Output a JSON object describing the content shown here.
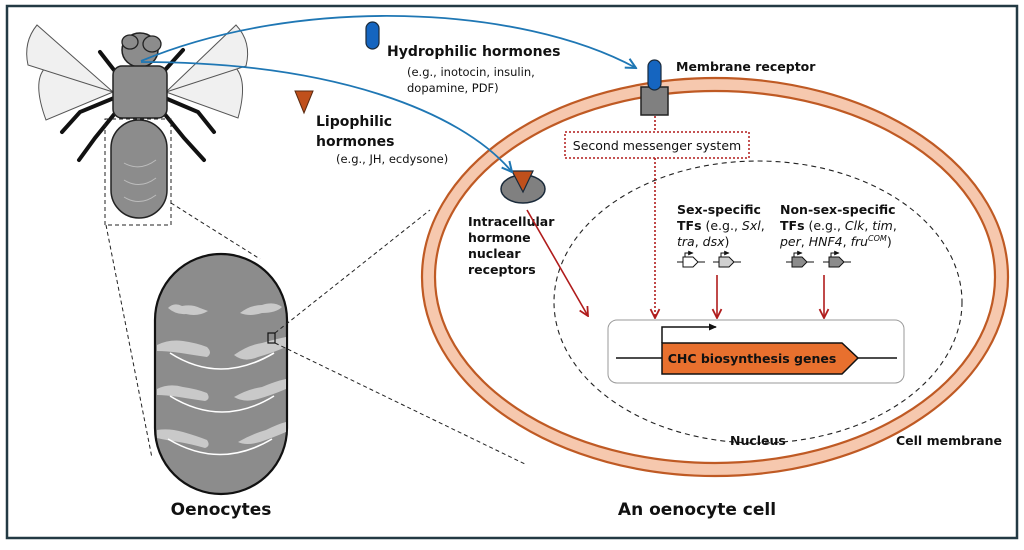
{
  "figure": {
    "colors": {
      "frame": "#233a44",
      "hormone_arrow": "#1f77b4",
      "hydrophilic_hormone": "#1565c0",
      "lipophilic_hormone": "#c0501c",
      "membrane_fill": "#f6c8ae",
      "membrane_stroke": "#bf5a24",
      "signal_arrow": "#b01c1c",
      "gene_fill": "#e8702e",
      "receptor_gray": "#808080",
      "body_gray": "#8c8c8c",
      "wing_fill": "#f0f0f0"
    },
    "hydrophilic": {
      "title": "Hydrophilic hormones",
      "examples_line1": "(e.g., inotocin, insulin,",
      "examples_line2": "dopamine, PDF)"
    },
    "lipophilic": {
      "title_line1": "Lipophilic",
      "title_line2": "hormones",
      "examples": "(e.g., JH, ecdysone)"
    },
    "membrane_receptor_label": "Membrane receptor",
    "second_messenger_label": "Second messenger system",
    "nuclear_receptor": {
      "lines": [
        "Intracellular",
        "hormone",
        "nuclear",
        "receptors"
      ]
    },
    "sex_specific_tfs": {
      "title": "Sex-specific",
      "tfs_label": "TFs",
      "examples_prefix": " (e.g., ",
      "gene1": "Sxl",
      "sep1": ",",
      "gene2": "tra",
      "sep2": ", ",
      "gene3": "dsx",
      "close": ")"
    },
    "non_sex_specific_tfs": {
      "title": "Non-sex-specific",
      "tfs_label": "TFs",
      "examples_prefix": " (e.g., ",
      "gene1": "Clk",
      "sep1": ", ",
      "gene2": "tim",
      "sep2": ",",
      "gene3": "per",
      "sep3": ", ",
      "gene4": "HNF4",
      "sep4": ", ",
      "gene5": "fru",
      "gene5_sup": "COM",
      "close": ")"
    },
    "gene_label": "CHC biosynthesis genes",
    "nucleus_label": "Nucleus",
    "cell_membrane_label": "Cell membrane",
    "oenocytes_title": "Oenocytes",
    "cell_title": "An oenocyte cell"
  }
}
